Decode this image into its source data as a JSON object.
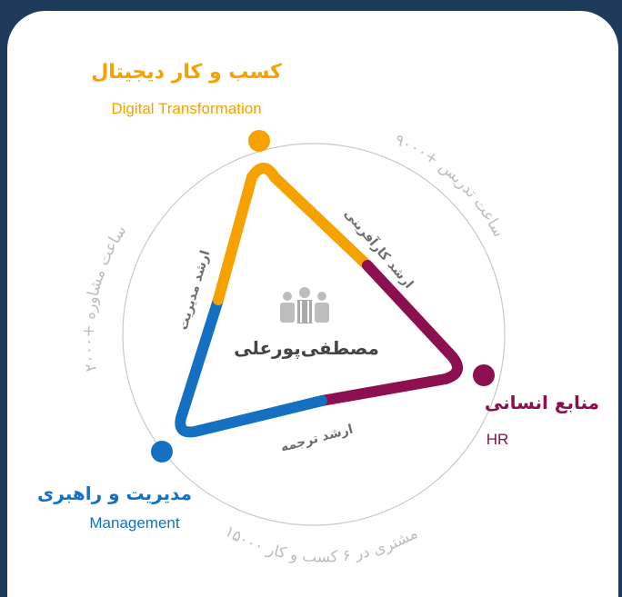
{
  "center_label": "مصطفی‌پورعلی",
  "vertices": {
    "top": {
      "title_fa": "کسب و کار دیجیتال",
      "title_en": "Digital Transformation",
      "color": "#f5a100"
    },
    "right": {
      "title_fa": "منابع انسانی",
      "title_en": "HR",
      "color": "#8c0f4f"
    },
    "left": {
      "title_fa": "مدیریت و راهبری",
      "title_en": "Management",
      "color": "#1570c2"
    }
  },
  "edges": {
    "top_right": "ارشد کارآفرینی",
    "left_top": "ارشد مدیریت",
    "bottom": "ارشد ترجمه"
  },
  "circle_stats": {
    "upper_right": "۹۰۰۰+ ساعت تدریس",
    "upper_left": "۲۰۰۰+ ساعت مشاوره",
    "bottom": "۱۵۰۰۰ مشتری در ۶ کسب و کار"
  },
  "colors": {
    "background": "#1d3c5c",
    "card": "#ffffff",
    "circle": "#c8c8c8",
    "stat_text": "#bdbdbd",
    "edge_text": "#6e6e6e",
    "center_text": "#444444",
    "people_icon": "#bdbdbd"
  }
}
